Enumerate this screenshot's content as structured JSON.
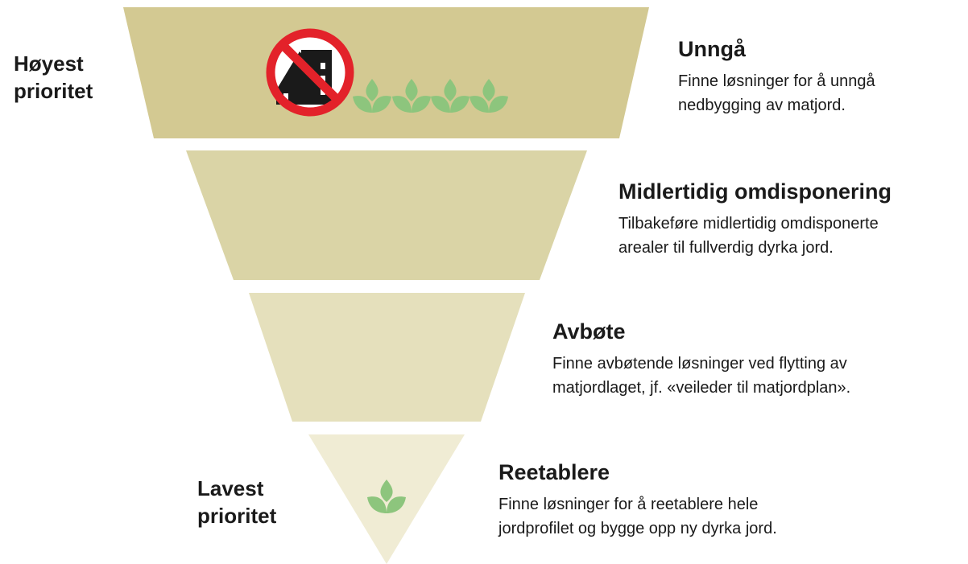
{
  "priority": {
    "highest": [
      "Høyest",
      "prioritet"
    ],
    "lowest": [
      "Lavest",
      "prioritet"
    ]
  },
  "steps": [
    {
      "title": "Unngå",
      "lines": [
        "Finne løsninger for å unngå",
        "nedbygging av matjord."
      ],
      "color": "#d3c992"
    },
    {
      "title": "Midlertidig omdisponering",
      "lines": [
        "Tilbakeføre midlertidig omdisponerte",
        "arealer til fullverdig dyrka jord."
      ],
      "color": "#dad4a6"
    },
    {
      "title": "Avbøte",
      "lines": [
        "Finne avbøtende løsninger ved flytting av",
        "matjordlaget, jf. «veileder til matjordplan»."
      ],
      "color": "#e5e0bc"
    },
    {
      "title": "Reetablere",
      "lines": [
        "Finne løsninger for å reetablere hele",
        "jordprofilet og bygge opp ny dyrka jord."
      ],
      "color": "#f0ecd4"
    }
  ],
  "icons": {
    "no_building": "no-building-icon",
    "sprout": "sprout-icon",
    "prohibit_color": "#e3222a",
    "sprout_color": "#8dc57d"
  }
}
